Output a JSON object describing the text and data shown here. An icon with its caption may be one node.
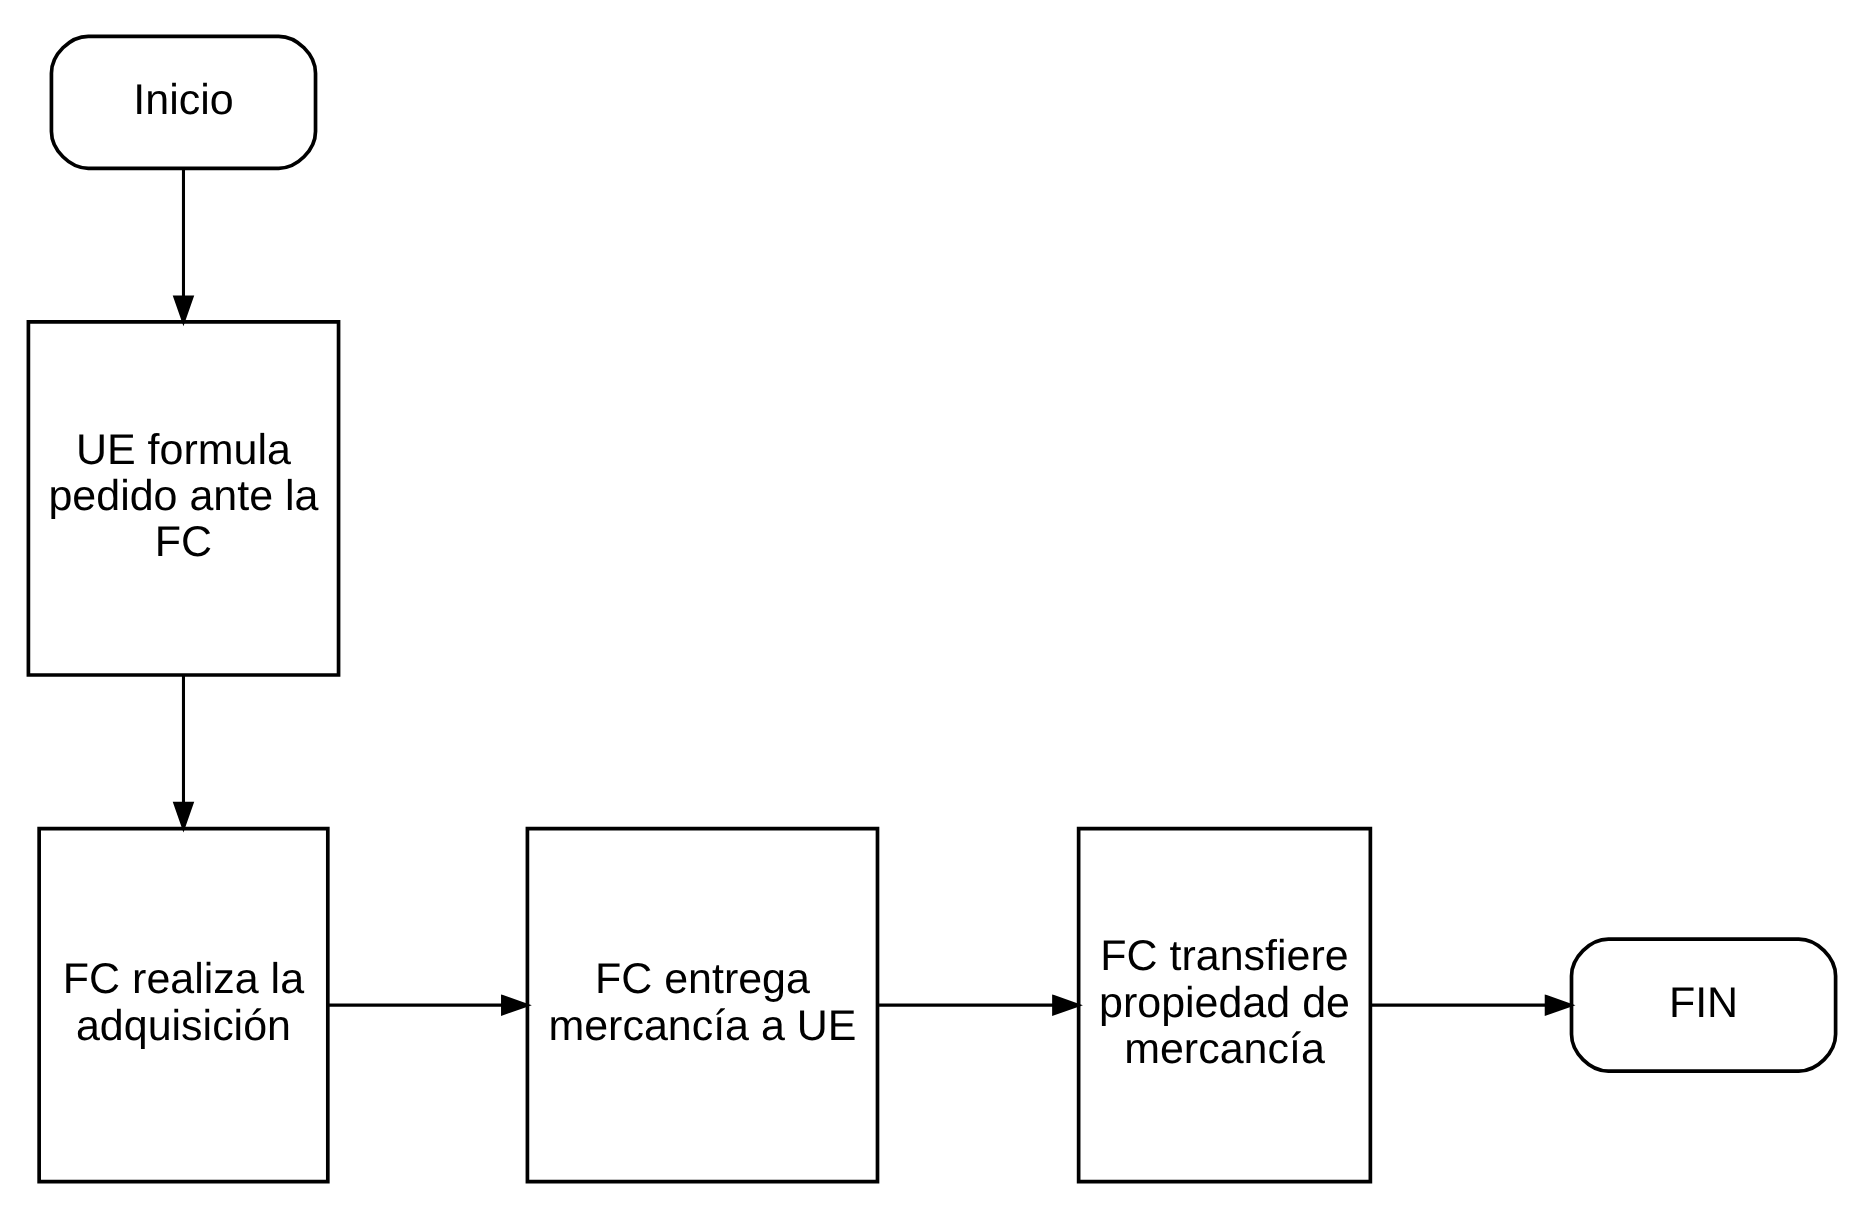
{
  "diagram": {
    "nodes": [
      {
        "text": [
          "Inicio"
        ]
      },
      {
        "text": [
          "UE formula pedido ante la FC"
        ]
      },
      {
        "text": [
          "FC realiza la adquisición"
        ]
      },
      {
        "text": [
          "FC entrega mercancía a UE"
        ]
      },
      {
        "text": [
          "FC transfiere propiedad de mercancía"
        ]
      },
      {
        "text": [
          "FIN"
        ]
      }
    ],
    "edges": [
      {
        "from": 0,
        "to": 1,
        "arrow": "to"
      },
      {
        "from": 1,
        "to": 2,
        "arrow": "to"
      },
      {
        "from": 2,
        "to": 3,
        "arrow": "to"
      },
      {
        "from": 3,
        "to": 4,
        "arrow": "to"
      },
      {
        "from": 4,
        "to": 5,
        "arrow": "to"
      }
    ]
  }
}
